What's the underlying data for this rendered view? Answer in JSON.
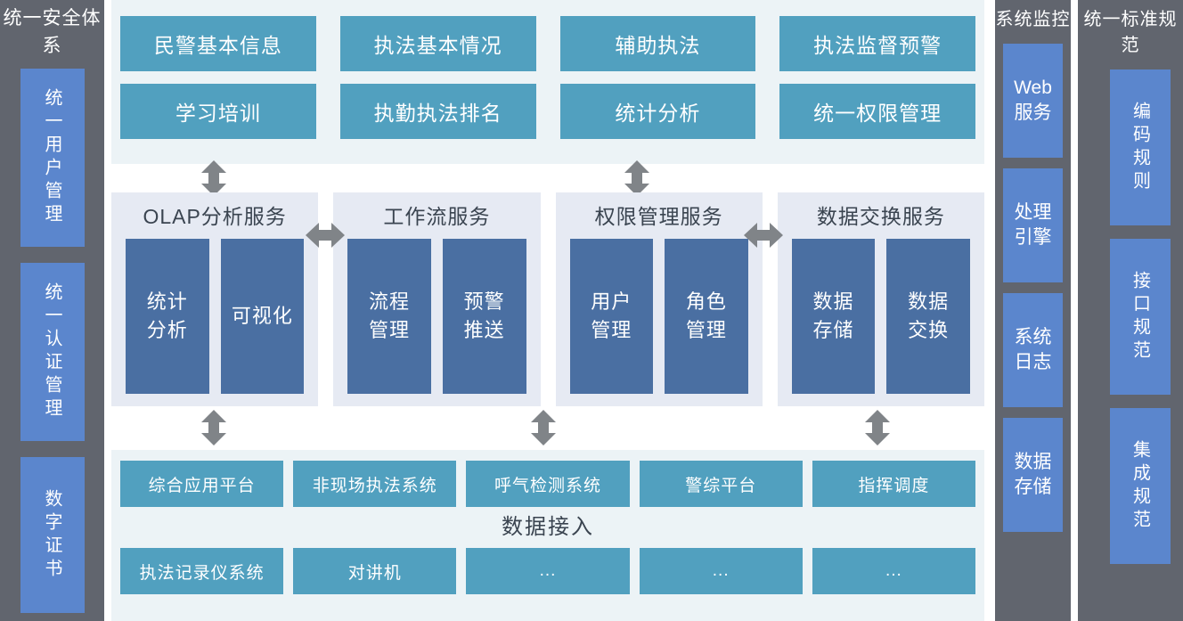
{
  "left_column": {
    "title": "统一安全体系",
    "boxes": [
      {
        "label": "统一用户管理"
      },
      {
        "label": "统一认证管理"
      },
      {
        "label": "数字证书"
      }
    ]
  },
  "application_layer": {
    "boxes": [
      {
        "label": "民警基本信息"
      },
      {
        "label": "执法基本情况"
      },
      {
        "label": "辅助执法"
      },
      {
        "label": "执法监督预警"
      },
      {
        "label": "学习培训"
      },
      {
        "label": "执勤执法排名"
      },
      {
        "label": "统计分析"
      },
      {
        "label": "统一权限管理"
      }
    ]
  },
  "service_layer": {
    "panels": [
      {
        "title": "OLAP分析服务",
        "modules": [
          {
            "label": "统计\n分析"
          },
          {
            "label": "可视化"
          }
        ]
      },
      {
        "title": "工作流服务",
        "modules": [
          {
            "label": "流程\n管理"
          },
          {
            "label": "预警\n推送"
          }
        ]
      },
      {
        "title": "权限管理服务",
        "modules": [
          {
            "label": "用户\n管理"
          },
          {
            "label": "角色\n管理"
          }
        ]
      },
      {
        "title": "数据交换服务",
        "modules": [
          {
            "label": "数据\n存储"
          },
          {
            "label": "数据\n交换"
          }
        ]
      }
    ]
  },
  "data_access_layer": {
    "label": "数据接入",
    "row_top": [
      {
        "label": "综合应用平台"
      },
      {
        "label": "非现场执法系统"
      },
      {
        "label": "呼气检测系统"
      },
      {
        "label": "警综平台"
      },
      {
        "label": "指挥调度"
      }
    ],
    "row_bottom": [
      {
        "label": "执法记录仪系统"
      },
      {
        "label": "对讲机"
      },
      {
        "label": "..."
      },
      {
        "label": "..."
      },
      {
        "label": "..."
      }
    ]
  },
  "monitor_column": {
    "title": "系统监控",
    "boxes": [
      {
        "label": "Web\n服务"
      },
      {
        "label": "处理\n引擎"
      },
      {
        "label": "系统\n日志"
      },
      {
        "label": "数据\n存储"
      }
    ]
  },
  "standard_column": {
    "title": "统一标准规范",
    "boxes": [
      {
        "label": "编码规则"
      },
      {
        "label": "接口规范"
      },
      {
        "label": "集成规范"
      }
    ]
  },
  "colors": {
    "sidebar_gray": "#61656e",
    "sidebar_blue": "#5b86cd",
    "teal": "#51a0bf",
    "service_blue": "#4a6fa2",
    "panel_light_blue": "#ecf3f6",
    "panel_lavender": "#e6eaf3",
    "arrow_gray": "#808488",
    "title_text": "#3a4450"
  }
}
